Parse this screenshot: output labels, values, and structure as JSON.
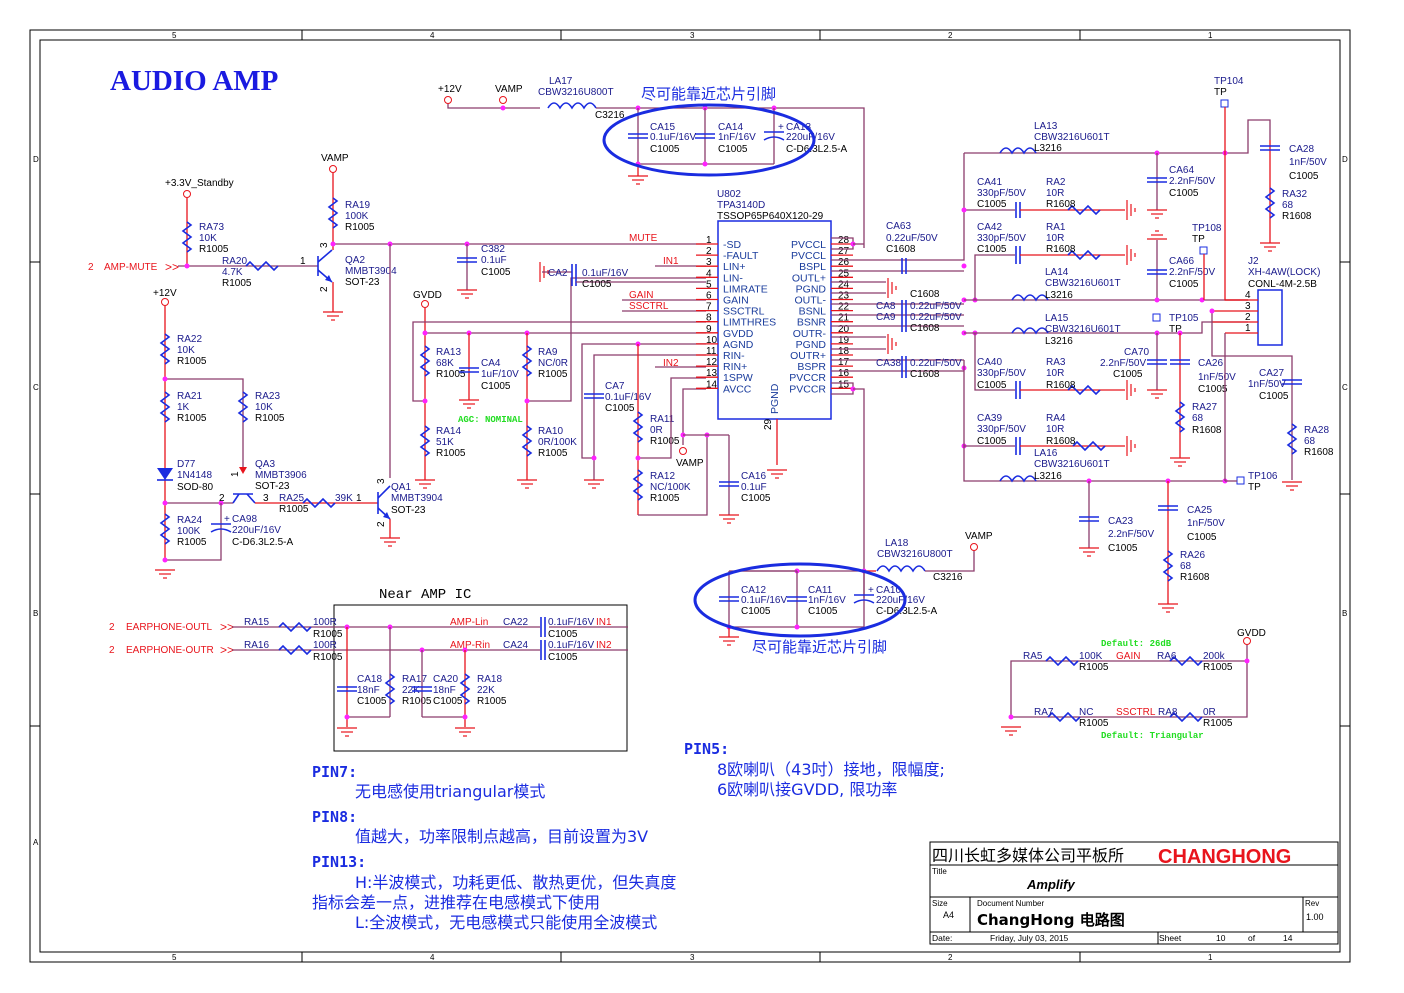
{
  "title": "AUDIO AMP",
  "border": {
    "columns": [
      "5",
      "4",
      "3",
      "2",
      "1"
    ],
    "rows": [
      "D",
      "C",
      "B",
      "A"
    ]
  },
  "power_labels": {
    "p12v_top": "+12V",
    "vamp_top": "VAMP",
    "vamp_qa2": "VAMP",
    "standby": "+3.3V_Standby",
    "p12v_left": "+12V",
    "gvdd_left": "GVDD",
    "vamp_mid": "VAMP",
    "vamp_bottom": "VAMP",
    "gvdd_right": "GVDD"
  },
  "nets": {
    "amp_mute": "AMP-MUTE",
    "amp_mute_sheet": "2",
    "earphone_outl": "EARPHONE-OUTL",
    "earphone_outr": "EARPHONE-OUTR",
    "earphone_sheet": "2",
    "mute": "MUTE",
    "in1": "IN1",
    "in2": "IN2",
    "gain": "GAIN",
    "ssctrl": "SSCTRL",
    "amp_lin": "AMP-Lin",
    "amp_rin": "AMP-Rin",
    "in1_b": "IN1",
    "in2_b": "IN2",
    "gain_b": "GAIN",
    "ssctrl_b": "SSCTRL"
  },
  "annotations": {
    "near_chip_top": "尽可能靠近芯片引脚",
    "near_chip_bottom": "尽可能靠近芯片引脚",
    "agc": "AGC: NOMINAL",
    "default_gain": "Default: 26dB",
    "default_ss": "Default: Triangular",
    "near_amp_ic": "Near AMP IC"
  },
  "ic": {
    "ref": "U802",
    "part": "TPA3140D",
    "package": "TSSOP65P640X120-29",
    "left_pins": [
      {
        "num": "1",
        "name": "-SD"
      },
      {
        "num": "2",
        "name": "-FAULT"
      },
      {
        "num": "3",
        "name": "LIN+"
      },
      {
        "num": "4",
        "name": "LIN-"
      },
      {
        "num": "5",
        "name": "LIMRATE"
      },
      {
        "num": "6",
        "name": "GAIN"
      },
      {
        "num": "7",
        "name": "SSCTRL"
      },
      {
        "num": "8",
        "name": "LIMTHRES"
      },
      {
        "num": "9",
        "name": "GVDD"
      },
      {
        "num": "10",
        "name": "AGND"
      },
      {
        "num": "11",
        "name": "RIN-"
      },
      {
        "num": "12",
        "name": "RIN+"
      },
      {
        "num": "13",
        "name": "1SPW"
      },
      {
        "num": "14",
        "name": "AVCC"
      }
    ],
    "right_pins": [
      {
        "num": "28",
        "name": "PVCCL"
      },
      {
        "num": "27",
        "name": "PVCCL"
      },
      {
        "num": "26",
        "name": "BSPL"
      },
      {
        "num": "25",
        "name": "OUTL+"
      },
      {
        "num": "24",
        "name": "PGND"
      },
      {
        "num": "23",
        "name": "OUTL-"
      },
      {
        "num": "22",
        "name": "BSNL"
      },
      {
        "num": "21",
        "name": "BSNR"
      },
      {
        "num": "20",
        "name": "OUTR-"
      },
      {
        "num": "19",
        "name": "PGND"
      },
      {
        "num": "18",
        "name": "OUTR+"
      },
      {
        "num": "17",
        "name": "BSPR"
      },
      {
        "num": "16",
        "name": "PVCCR"
      },
      {
        "num": "15",
        "name": "PVCCR"
      }
    ],
    "bottom_pin": {
      "num": "29",
      "name": "PGND"
    }
  },
  "components": {
    "LA17": [
      "LA17",
      "CBW3216U800T",
      "C3216"
    ],
    "CA15": [
      "CA15",
      "0.1uF/16V",
      "C1005"
    ],
    "CA14": [
      "CA14",
      "1nF/16V",
      "C1005"
    ],
    "CA13": [
      "CA13",
      "220uF/16V",
      "C-D6.3L2.5-A"
    ],
    "RA73": [
      "RA73",
      "10K",
      "R1005"
    ],
    "RA20": [
      "RA20",
      "4.7K",
      "R1005"
    ],
    "RA19": [
      "RA19",
      "100K",
      "R1005"
    ],
    "QA2": [
      "QA2",
      "MMBT3904",
      "SOT-23"
    ],
    "C382": [
      "C382",
      "0.1uF",
      "C1005"
    ],
    "CA2": [
      "CA2",
      "0.1uF/16V",
      "C1005"
    ],
    "RA22": [
      "RA22",
      "10K",
      "R1005"
    ],
    "RA21": [
      "RA21",
      "1K",
      "R1005"
    ],
    "RA23": [
      "RA23",
      "10K",
      "R1005"
    ],
    "D77": [
      "D77",
      "1N4148",
      "SOD-80"
    ],
    "QA3": [
      "QA3",
      "MMBT3906",
      "SOT-23"
    ],
    "RA25": [
      "RA25",
      "39K",
      "R1005"
    ],
    "QA1": [
      "QA1",
      "MMBT3904",
      "SOT-23"
    ],
    "RA24": [
      "RA24",
      "100K",
      "R1005"
    ],
    "CA98": [
      "CA98",
      "220uF/16V",
      "C-D6.3L2.5-A"
    ],
    "RA13": [
      "RA13",
      "68K",
      "R1005"
    ],
    "CA4": [
      "CA4",
      "1uF/10V",
      "C1005"
    ],
    "RA9": [
      "RA9",
      "NC/0R",
      "R1005"
    ],
    "RA14": [
      "RA14",
      "51K",
      "R1005"
    ],
    "RA10": [
      "RA10",
      "0R/100K",
      "R1005"
    ],
    "CA7": [
      "CA7",
      "0.1uF/16V",
      "C1005"
    ],
    "RA11": [
      "RA11",
      "0R",
      "R1005"
    ],
    "RA12": [
      "RA12",
      "NC/100K",
      "R1005"
    ],
    "CA16": [
      "CA16",
      "0.1uF",
      "C1005"
    ],
    "CA63": [
      "CA63",
      "0.22uF/50V",
      "C1608"
    ],
    "CA8": [
      "CA8",
      "0.22uF/50V",
      "C1608"
    ],
    "CA9": [
      "CA9",
      "0.22uF/50V",
      "C1608"
    ],
    "CA38": [
      "CA38",
      "0.22uF/50V",
      "C1608"
    ],
    "LA13": [
      "LA13",
      "CBW3216U601T",
      "L3216"
    ],
    "LA14": [
      "LA14",
      "CBW3216U601T",
      "L3216"
    ],
    "LA15": [
      "LA15",
      "CBW3216U601T",
      "L3216"
    ],
    "LA16": [
      "LA16",
      "CBW3216U601T",
      "L3216"
    ],
    "CA41": [
      "CA41",
      "330pF/50V",
      "C1005"
    ],
    "CA42": [
      "CA42",
      "330pF/50V",
      "C1005"
    ],
    "CA40": [
      "CA40",
      "330pF/50V",
      "C1005"
    ],
    "CA39": [
      "CA39",
      "330pF/50V",
      "C1005"
    ],
    "RA2": [
      "RA2",
      "10R",
      "R1608"
    ],
    "RA1": [
      "RA1",
      "10R",
      "R1608"
    ],
    "RA3": [
      "RA3",
      "10R",
      "R1608"
    ],
    "RA4": [
      "RA4",
      "10R",
      "R1608"
    ],
    "CA64": [
      "CA64",
      "2.2nF/50V",
      "C1005"
    ],
    "CA66": [
      "CA66",
      "2.2nF/50V",
      "C1005"
    ],
    "CA70": [
      "CA70",
      "2.2nF/50V",
      "C1005"
    ],
    "CA26": [
      "CA26",
      "1nF/50V",
      "C1005"
    ],
    "CA28": [
      "CA28",
      "1nF/50V",
      "C1005"
    ],
    "CA27": [
      "CA27",
      "1nF/50V",
      "C1005"
    ],
    "CA23": [
      "CA23",
      "2.2nF/50V",
      "C1005"
    ],
    "CA25": [
      "CA25",
      "1nF/50V",
      "C1005"
    ],
    "RA32": [
      "RA32",
      "68",
      "R1608"
    ],
    "RA27": [
      "RA27",
      "68",
      "R1608"
    ],
    "RA28": [
      "RA28",
      "68",
      "R1608"
    ],
    "RA26": [
      "RA26",
      "68",
      "R1608"
    ],
    "TP104": [
      "TP104",
      "TP"
    ],
    "TP108": [
      "TP108",
      "TP"
    ],
    "TP105": [
      "TP105",
      "TP"
    ],
    "TP106": [
      "TP106",
      "TP"
    ],
    "J2": [
      "J2",
      "XH-4AW(LOCK)",
      "CONL-4M-2.5B"
    ],
    "J2_pins": [
      "4",
      "3",
      "2",
      "1"
    ],
    "LA18": [
      "LA18",
      "CBW3216U800T",
      "C3216"
    ],
    "CA12": [
      "CA12",
      "0.1uF/16V",
      "C1005"
    ],
    "CA11": [
      "CA11",
      "1nF/16V",
      "C1005"
    ],
    "CA10": [
      "CA10",
      "220uF/16V",
      "C-D6.3L2.5-A"
    ],
    "RA15": [
      "RA15",
      "100R",
      "R1005"
    ],
    "RA16": [
      "RA16",
      "100R",
      "R1005"
    ],
    "CA22": [
      "CA22",
      "0.1uF/16V",
      "C1005"
    ],
    "CA24": [
      "CA24",
      "0.1uF/16V",
      "C1005"
    ],
    "CA18": [
      "CA18",
      "18nF",
      "C1005"
    ],
    "RA17": [
      "RA17",
      "22K",
      "R1005"
    ],
    "CA20": [
      "CA20",
      "18nF",
      "C1005"
    ],
    "RA18": [
      "RA18",
      "22K",
      "R1005"
    ],
    "RA5": [
      "RA5",
      "100K",
      "R1005"
    ],
    "RA6": [
      "RA6",
      "200k",
      "R1005"
    ],
    "RA7": [
      "RA7",
      "NC",
      "R1005"
    ],
    "RA8": [
      "RA8",
      "0R",
      "R1005"
    ]
  },
  "transistor_pins": {
    "qa2": [
      "1",
      "2",
      "3"
    ],
    "qa3": [
      "1",
      "2",
      "3"
    ],
    "qa1": [
      "1",
      "2",
      "3"
    ]
  },
  "notes": {
    "pin7_title": "PIN7:",
    "pin7_line1": "无电感使用triangular模式",
    "pin8_title": "PIN8:",
    "pin8_line1": "值越大，功率限制点越高，目前设置为3V",
    "pin13_title": "PIN13:",
    "pin13_line1": "H:半波模式，功耗更低、散热更优，但失真度",
    "pin13_line2": "指标会差一点，进推荐在电感模式下使用",
    "pin13_line3": "L:全波模式，无电感模式只能使用全波模式",
    "pin5_title": "PIN5:",
    "pin5_line1": "8欧喇叭（43吋）接地，限幅度;",
    "pin5_line2": "6欧喇叭接GVDD, 限功率"
  },
  "title_block": {
    "company": "四川长虹多媒体公司平板所",
    "brand": "CHANGHONG",
    "title_label": "Title",
    "title": "Amplify",
    "size_label": "Size",
    "size": "A4",
    "docnum_label": "Document Number",
    "docnum": "ChangHong 电路图",
    "rev_label": "Rev",
    "rev": "1.00",
    "date_label": "Date:",
    "date": "Friday, July 03, 2015",
    "sheet_label": "Sheet",
    "sheet": "10",
    "of_label": "of",
    "total": "14"
  }
}
